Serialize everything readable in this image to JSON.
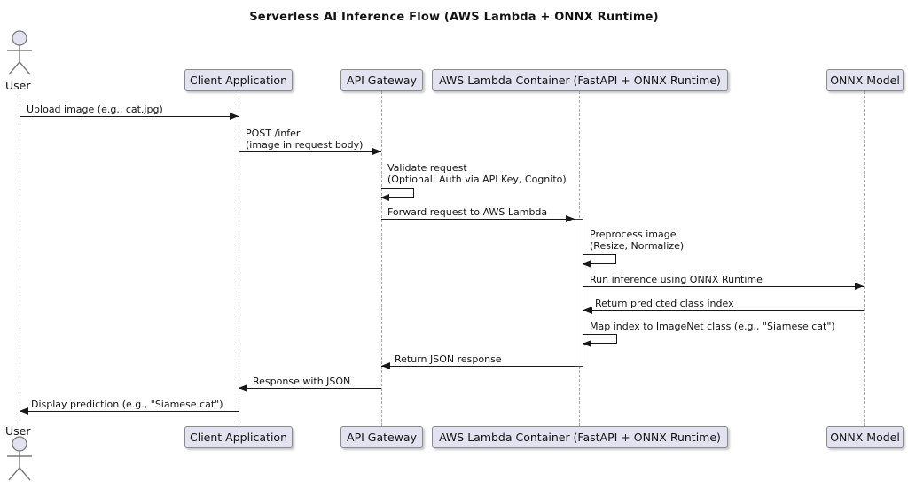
{
  "title": "Serverless AI Inference Flow (AWS Lambda + ONNX Runtime)",
  "participants": {
    "user": "User",
    "client": "Client Application",
    "gateway": "API Gateway",
    "lambda": "AWS Lambda Container (FastAPI + ONNX Runtime)",
    "onnx": "ONNX Model"
  },
  "messages": [
    {
      "line1": "Upload image (e.g., cat.jpg)"
    },
    {
      "line1": "POST /infer",
      "line2": "(image in request body)"
    },
    {
      "line1": "Validate request",
      "line2": "(Optional: Auth via API Key, Cognito)"
    },
    {
      "line1": "Forward request to AWS Lambda"
    },
    {
      "line1": "Preprocess image",
      "line2": "(Resize, Normalize)"
    },
    {
      "line1": "Run inference using ONNX Runtime"
    },
    {
      "line1": "Return predicted class index"
    },
    {
      "line1": "Map index to ImageNet class (e.g., \"Siamese cat\")"
    },
    {
      "line1": "Return JSON response"
    },
    {
      "line1": "Response with JSON"
    },
    {
      "line1": "Display prediction (e.g., \"Siamese cat\")"
    }
  ],
  "colors": {
    "participant_fill": "#E2E2F0",
    "participant_border": "#8A8A8A",
    "lifeline": "#A6A6A6",
    "arrow": "#181818",
    "text": "#131313"
  }
}
